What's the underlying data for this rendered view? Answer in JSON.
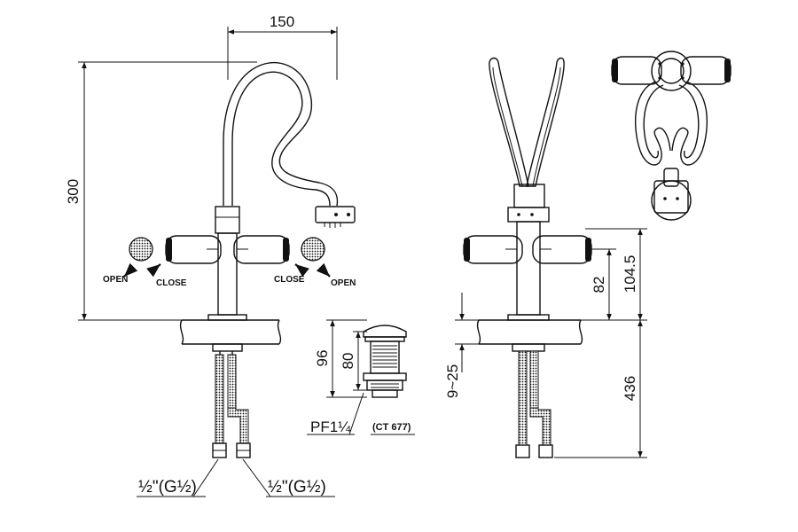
{
  "dimensions": {
    "spout_reach": "150",
    "total_height": "300",
    "handle_to_deck": "104.5",
    "handle_axis": "82",
    "under_deck": "436",
    "deck_thickness": "9~25",
    "drain_height_total": "96",
    "drain_height_body": "80"
  },
  "labels": {
    "open_left": "OPEN",
    "close_left": "CLOSE",
    "close_right": "CLOSE",
    "open_right": "OPEN",
    "drain_thread": "PF1¼",
    "drain_model": "(CT 677)",
    "hose_left": "½\"(G½)",
    "hose_right": "½\"(G½)"
  }
}
